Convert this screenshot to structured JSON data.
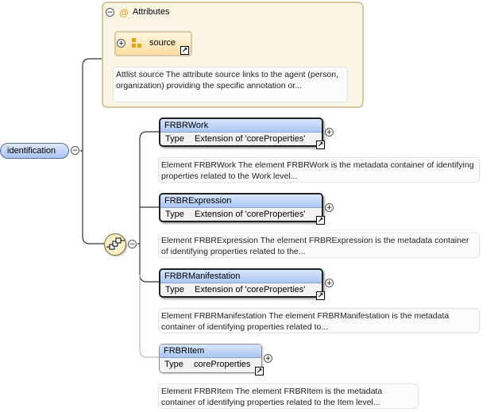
{
  "root": {
    "name": "identification"
  },
  "attributes": {
    "title": "Attributes",
    "at_symbol": "@",
    "attribute": {
      "name": "source"
    },
    "annotation": "Attlist source The attribute source links to the agent (person, organization) providing the specific annotation or..."
  },
  "elements": [
    {
      "name": "FRBRWork",
      "type_key": "Type",
      "type_value": "Extension of 'coreProperties'",
      "annotation": "Element FRBRWork The element FRBRWork is the metadata container of identifying properties related to the Work level..."
    },
    {
      "name": "FRBRExpression",
      "type_key": "Type",
      "type_value": "Extension of 'coreProperties'",
      "annotation": "Element FRBRExpression The element FRBRExpression is the metadata container of identifying properties related to the..."
    },
    {
      "name": "FRBRManifestation",
      "type_key": "Type",
      "type_value": "Extension of 'coreProperties'",
      "annotation": "Element FRBRManifestation The element FRBRManifestation is the metadata container of identifying properties related to..."
    },
    {
      "name": "FRBRItem",
      "type_key": "Type",
      "type_value": "coreProperties",
      "annotation": "Element FRBRItem The element FRBRItem is the metadata container of identifying properties related to the Item level..."
    }
  ],
  "glyphs": {
    "collapse": "−",
    "expand": "+",
    "ref_arrow": "↗"
  },
  "colors": {
    "header_blue": "#aac6f3",
    "attr_bg": "#fbf5e6",
    "at_orange": "#e09a10"
  }
}
